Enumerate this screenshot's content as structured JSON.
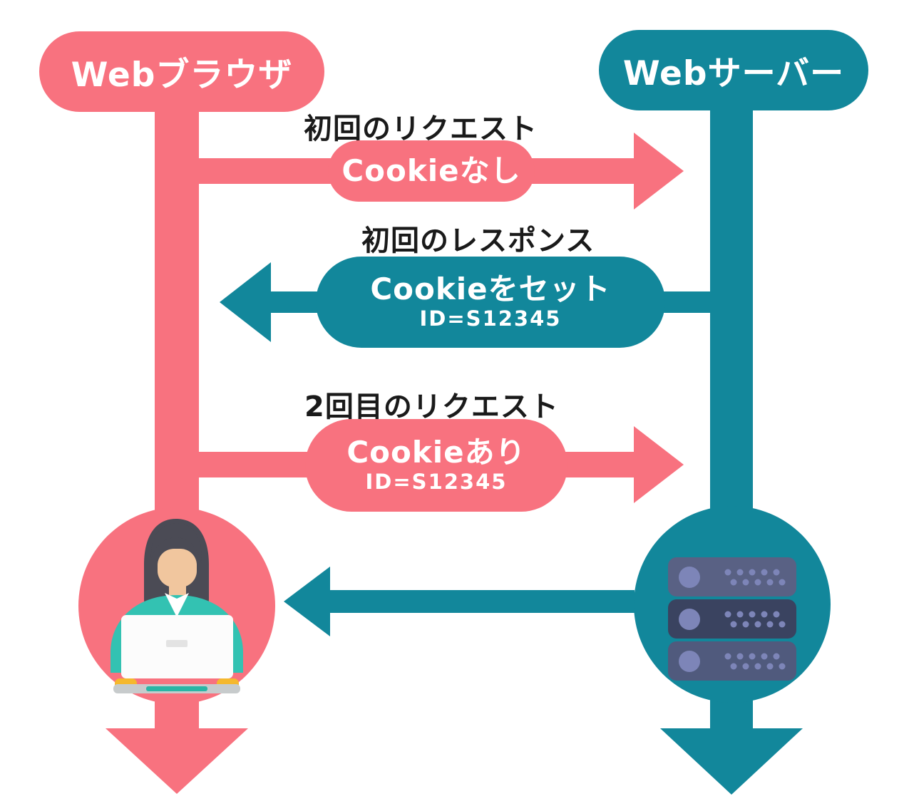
{
  "colors": {
    "pink": "#F8727F",
    "teal": "#12879B",
    "label_text": "#1A1A1A",
    "pill_text": "#FFFFFF",
    "hair": "#4B4B55",
    "skin": "#F1C69E",
    "shirt": "#33C2B2",
    "shirt_dark": "#2BB5A5",
    "laptop": "#FCFCFC",
    "laptop_logo": "#E3E3E3",
    "laptop_base": "#C7CBCC",
    "hands": "#F5B82E",
    "server_unit_light": "#596184",
    "server_unit_dark": "#3A4360",
    "server_unit_mid": "#505A7D",
    "server_accent": "#7D85B8"
  },
  "nodes": {
    "browser": {
      "label": "Webブラウザ"
    },
    "server": {
      "label": "Webサーバー"
    }
  },
  "flows": {
    "first_request": {
      "title": "初回のリクエスト",
      "pill": "Cookieなし"
    },
    "first_response": {
      "title": "初回のレスポンス",
      "pill": "Cookieをセット",
      "sub": "ID=S12345"
    },
    "second_request": {
      "title": "2回目のリクエスト",
      "pill": "Cookieあり",
      "sub": "ID=S12345"
    }
  }
}
